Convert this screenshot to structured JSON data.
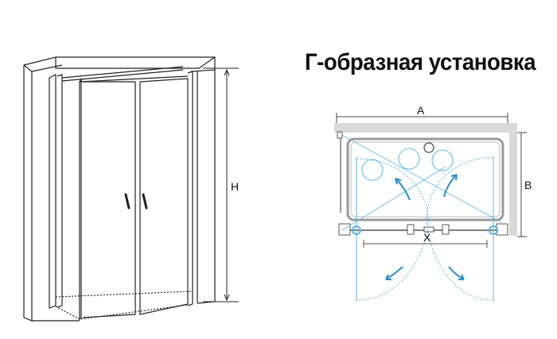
{
  "title": "Г-образная установка",
  "labels": {
    "height": "H",
    "width": "A",
    "depth": "B",
    "opening": "X"
  },
  "colors": {
    "line": "#222222",
    "door": "#5bb4e0",
    "wall": "#d9d9d9",
    "tray": "#9a9a9a"
  }
}
